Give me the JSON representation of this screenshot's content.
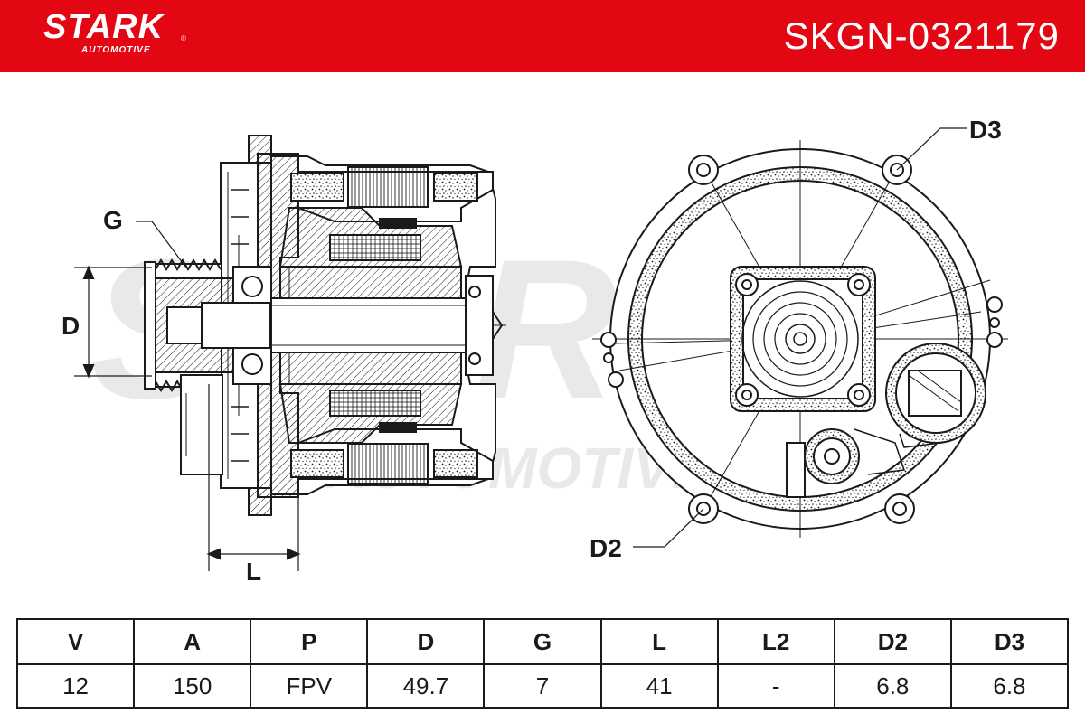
{
  "header": {
    "brand": "STARK",
    "brand_sub": "AUTOMOTIVE",
    "registered_mark": "®",
    "part_number": "SKGN-0321179",
    "color": "#e30613"
  },
  "watermark": {
    "brand": "STARK",
    "brand_sub": "AUTOMOTIVE"
  },
  "drawing": {
    "labels": {
      "g": "G",
      "d": "D",
      "l": "L",
      "d2": "D2",
      "d3": "D3"
    }
  },
  "specs": {
    "headers": [
      "V",
      "A",
      "P",
      "D",
      "G",
      "L",
      "L2",
      "D2",
      "D3"
    ],
    "values": [
      "12",
      "150",
      "FPV",
      "49.7",
      "7",
      "41",
      "-",
      "6.8",
      "6.8"
    ]
  }
}
